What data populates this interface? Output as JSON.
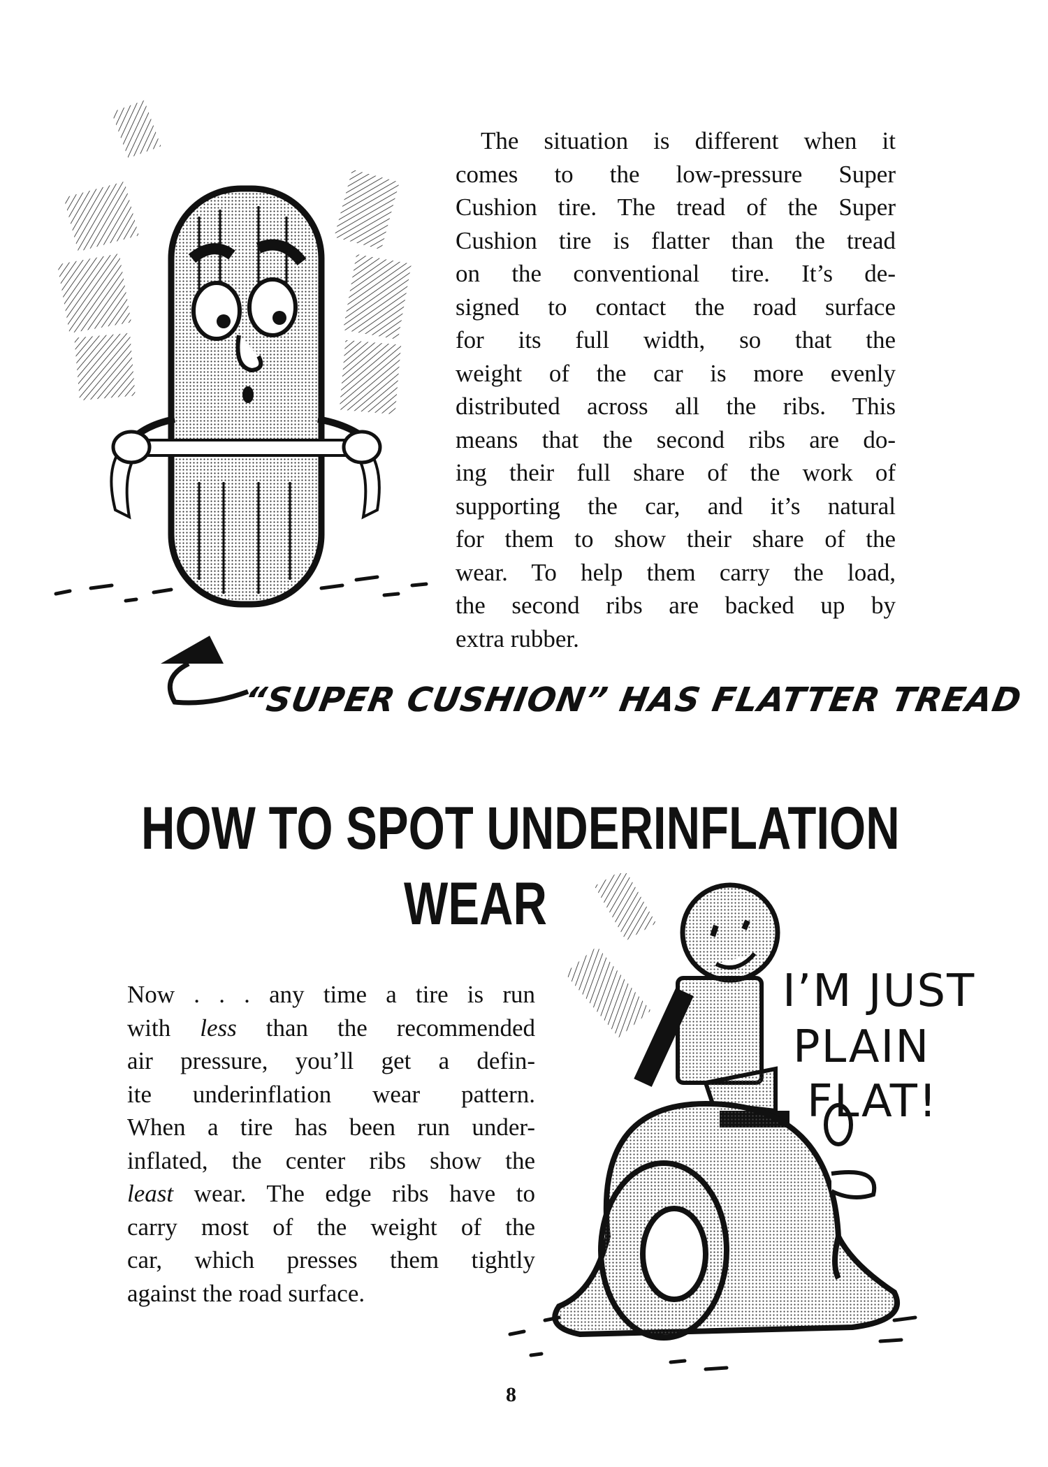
{
  "top_section": {
    "paragraph_lines": [
      "The situation is different when it",
      "comes to the low-pressure Super",
      "Cushion tire. The tread of the Super",
      "Cushion tire is flatter than the tread",
      "on the conventional tire. It’s de-",
      "signed to contact the road surface",
      "for its full width, so that the",
      "weight of the car is more evenly",
      "distributed across all the ribs. This",
      "means that the second ribs are do-",
      "ing their full share of the work of",
      "supporting the car, and it’s natural",
      "for them to show their share of the",
      "wear. To help them carry the load,",
      "the second ribs are backed up by",
      "extra rubber."
    ],
    "caption": "“SUPER CUSHION” HAS FLATTER TREAD"
  },
  "bottom_section": {
    "headline_line1": "HOW TO SPOT UNDERINFLATION",
    "headline_line2": "WEAR",
    "paragraph_lines": [
      [
        "Now . . . any time a tire is run"
      ],
      [
        "with ",
        {
          "em": "less"
        },
        " than the recommended"
      ],
      [
        "air pressure, you’ll get a defin-"
      ],
      [
        "ite underinflation wear pattern."
      ],
      [
        "When a tire has been run under-"
      ],
      [
        "inflated, the center ribs show the"
      ],
      [
        {
          "em": "least"
        },
        " wear. The edge ribs have to"
      ],
      [
        "carry most of the weight of the"
      ],
      [
        "car, which presses them tightly"
      ],
      [
        "against the road surface."
      ]
    ],
    "speech": [
      "I’M JUST",
      "PLAIN",
      "FLAT!"
    ]
  },
  "page_number": "8",
  "colors": {
    "ink": "#111111",
    "paper": "#ffffff",
    "halftone": "#9a9a9a"
  }
}
